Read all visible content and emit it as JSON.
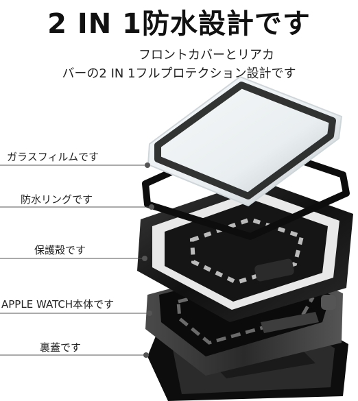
{
  "headline": "2 IN 1防水設計です",
  "subtitle_line1": "フロントカバーとリアカ",
  "subtitle_line2": "バーの2 IN 1フルプロテクション設計です",
  "labels": [
    "ガラスフィルムです",
    "防水リングです",
    "保護殻です",
    "APPLE WATCH本体です",
    "裏蓋です"
  ],
  "colors": {
    "text": "#111111",
    "leader_line": "#555555",
    "case": "#1a1a1a",
    "glass_tint": "#e8edf0",
    "watch_accent": "#e06a3a"
  }
}
